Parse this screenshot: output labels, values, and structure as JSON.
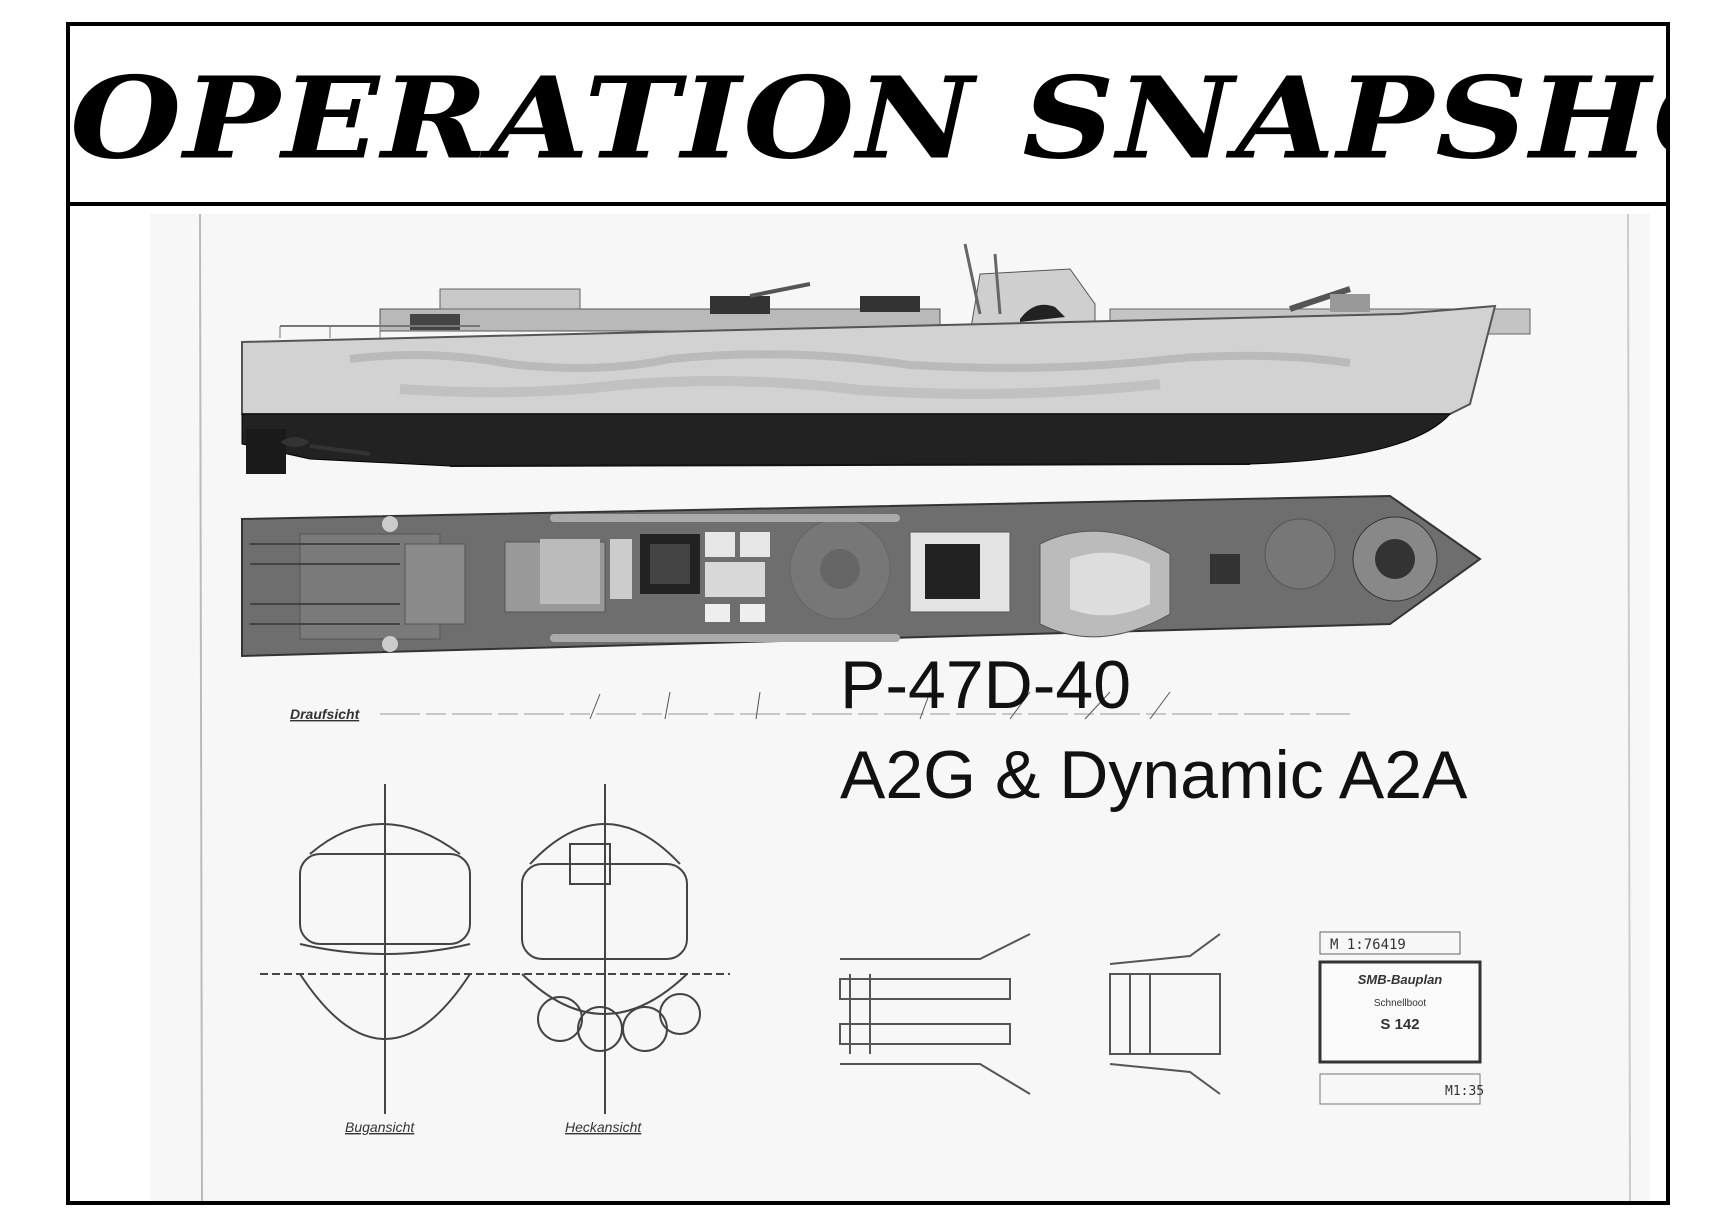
{
  "title": "OPERATION SNAPSHOT",
  "subtitle_line1": "P-47D-40",
  "subtitle_line2": "A2G & Dynamic A2A",
  "blueprint": {
    "top_view_label": "Draufsicht",
    "bow_view_label": "Bugansicht",
    "stern_view_label": "Heckansicht",
    "stamp_top": "M 1:76419",
    "plan_header": "SMB-Bauplan",
    "plan_type": "Schnellboot",
    "plan_number": "S 142",
    "scale_mark": "M1:35"
  }
}
